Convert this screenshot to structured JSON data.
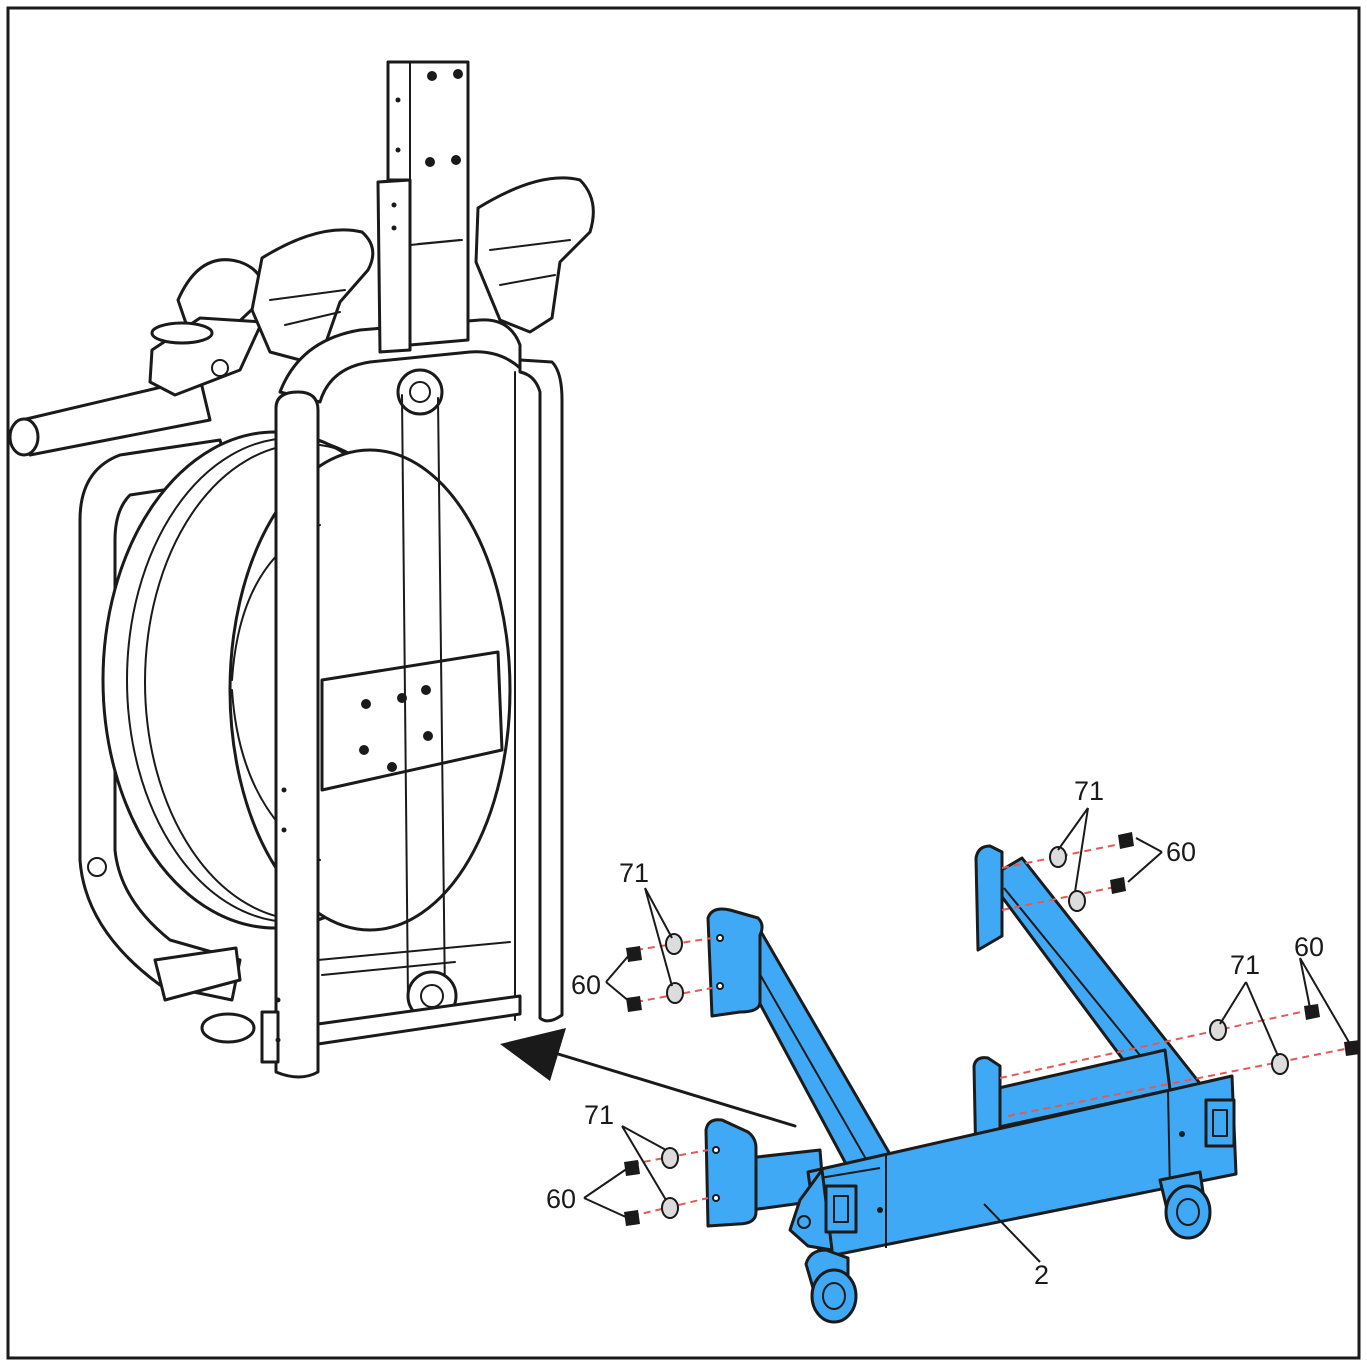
{
  "colors": {
    "part_highlight": "#3fa9f5",
    "dashed_guide": "#e05a5a",
    "line_art": "#1a1a1a",
    "background": "#ffffff"
  },
  "labels": {
    "washer_top_right": "71",
    "bolt_top_right": "60",
    "washer_mid_left": "71",
    "bolt_mid_left": "60",
    "washer_bottom_right": "71",
    "bolt_bottom_right": "60",
    "washer_bottom_left": "71",
    "bolt_bottom_left": "60",
    "base_frame": "2"
  },
  "icons": {
    "assembly_arrow": "arrow-left-icon"
  }
}
